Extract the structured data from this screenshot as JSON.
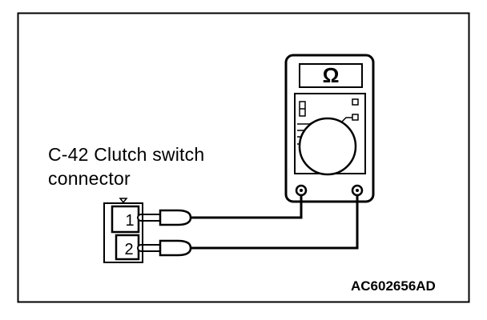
{
  "connector_label": {
    "line1": "C-42 Clutch switch",
    "line2": "connector"
  },
  "meter": {
    "display_symbol": "Ω",
    "icon": "ohmmeter-icon"
  },
  "connector": {
    "pins": [
      "1",
      "2"
    ]
  },
  "figure_id": "AC602656AD",
  "colors": {
    "ink": "#000000",
    "paper": "#ffffff"
  }
}
